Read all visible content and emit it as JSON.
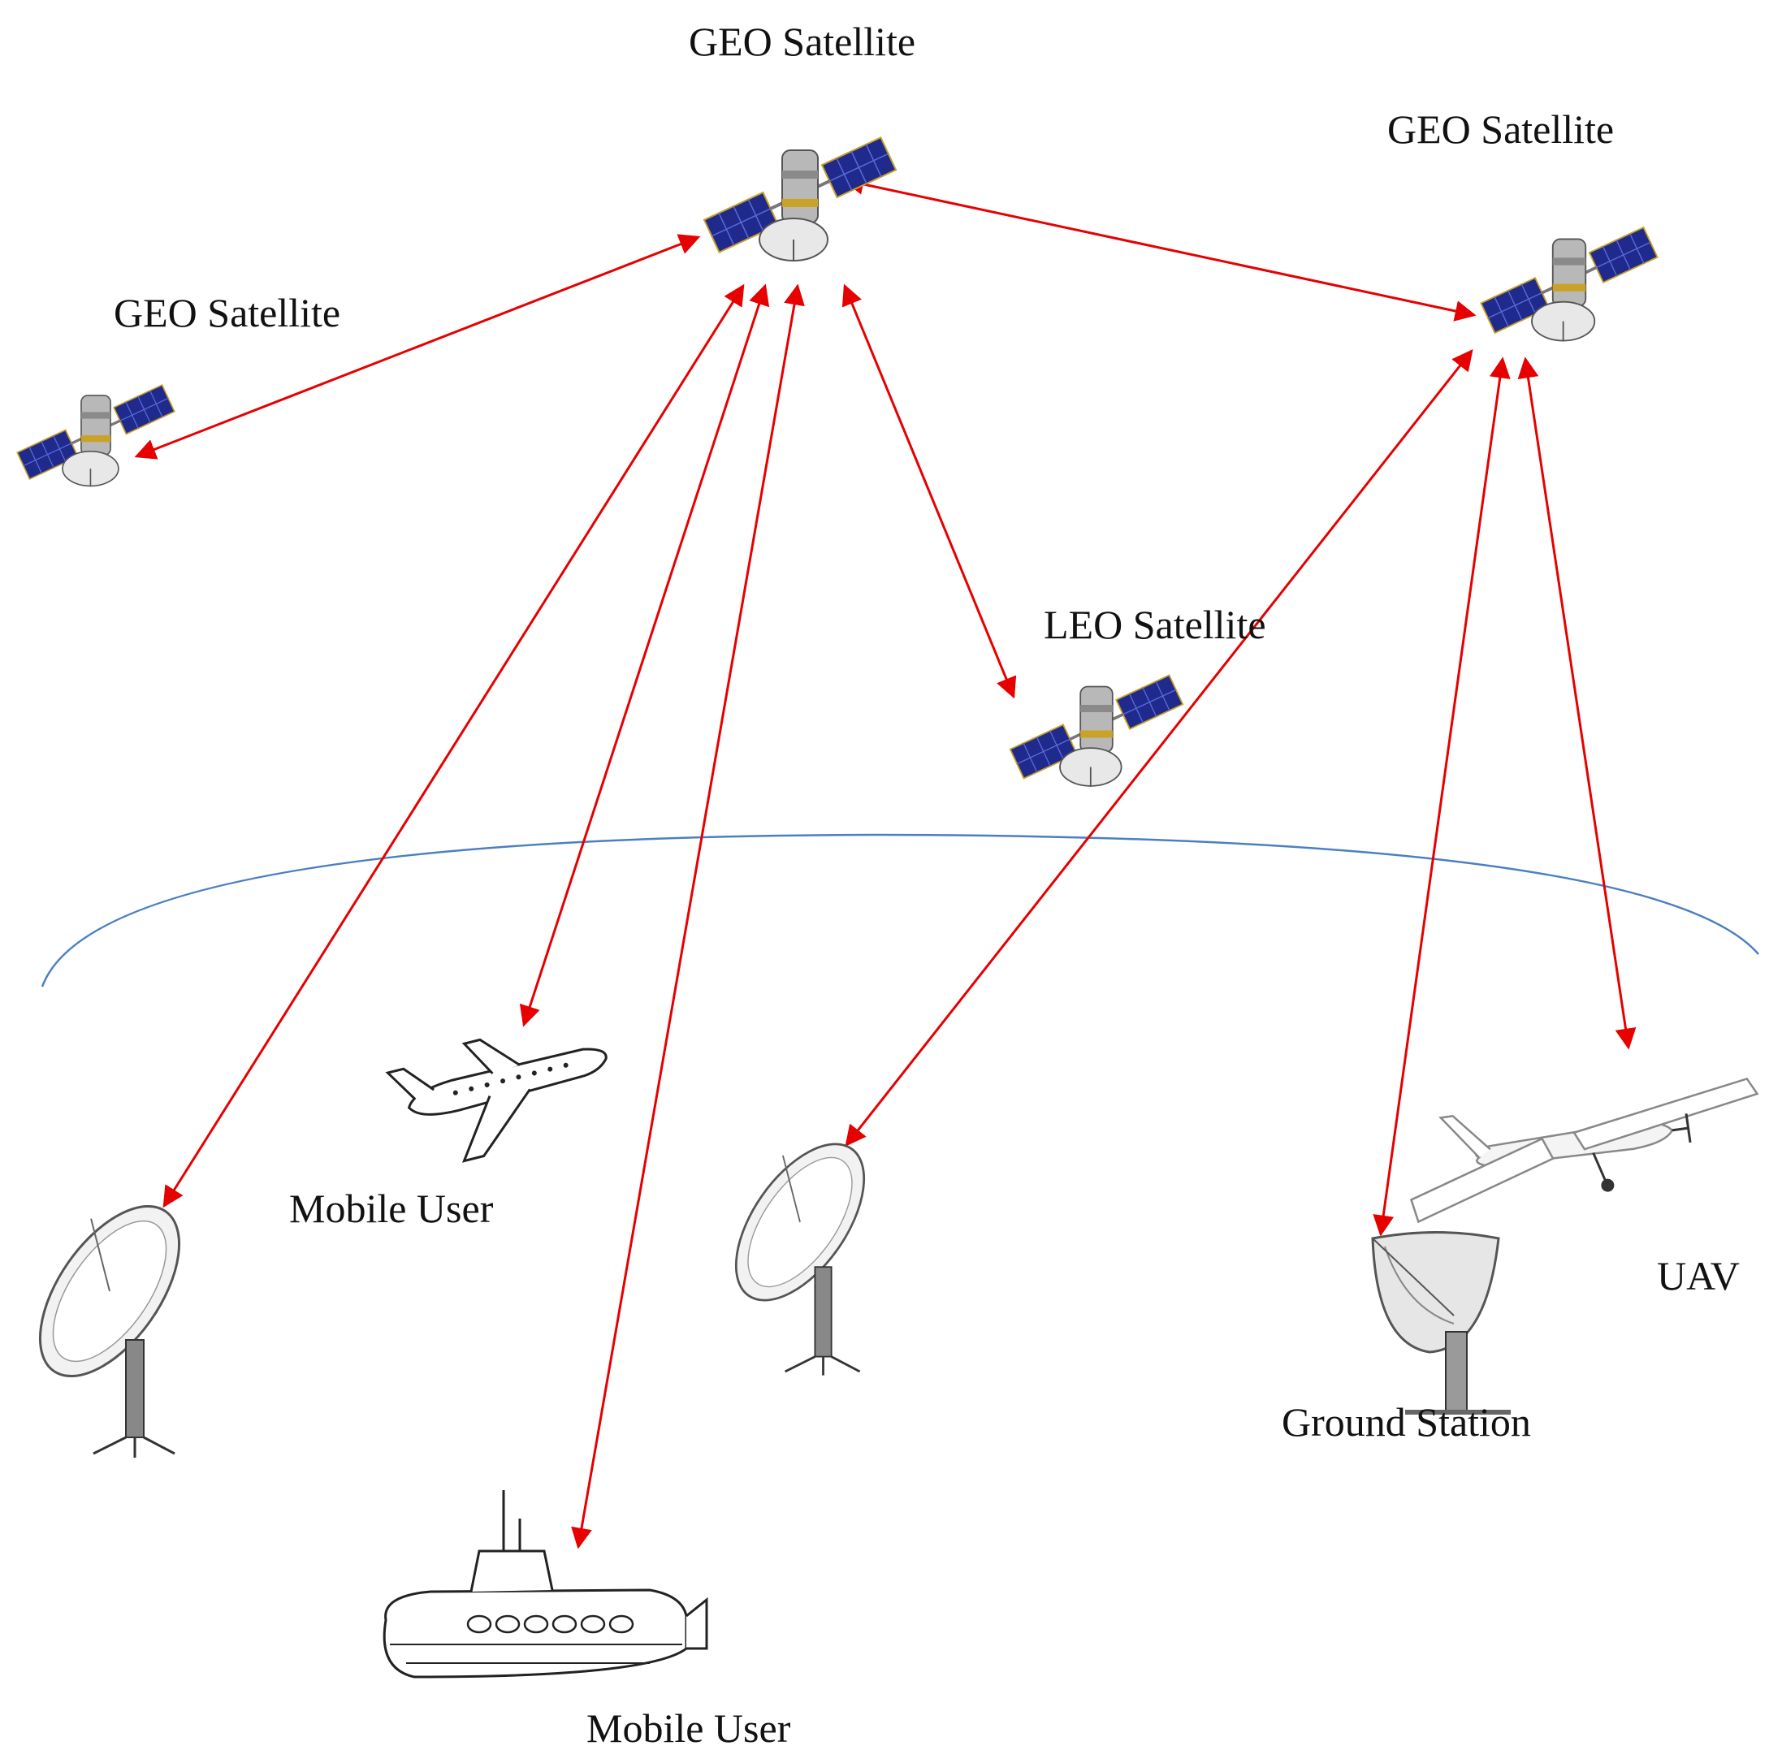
{
  "labels": {
    "geo_top": "GEO Satellite",
    "geo_right": "GEO Satellite",
    "geo_left": "GEO Satellite",
    "leo": "LEO Satellite",
    "mobile_user_plane": "Mobile User",
    "mobile_user_submarine": "Mobile User",
    "ground_station": "Ground Station",
    "uav": "UAV"
  },
  "colors": {
    "link": "#e60000",
    "horizon": "#4a7fc1",
    "solar_panel": "#1f2a8c",
    "satellite_body": "#b8b8b8",
    "dish": "#e6e6e6"
  },
  "icons": {
    "satellite": "satellite-icon",
    "dish_antenna": "dish-antenna-icon",
    "airplane": "airplane-icon",
    "submarine": "submarine-icon",
    "uav": "uav-icon",
    "ground_station": "ground-station-icon"
  },
  "links": [
    {
      "from": "geo-top",
      "to": "geo-left",
      "bidirectional": true
    },
    {
      "from": "geo-top",
      "to": "geo-right",
      "bidirectional": true
    },
    {
      "from": "geo-top",
      "to": "leo",
      "bidirectional": true
    },
    {
      "from": "geo-top",
      "to": "dish-left",
      "bidirectional": true
    },
    {
      "from": "geo-top",
      "to": "mobile-user-plane",
      "bidirectional": true
    },
    {
      "from": "geo-top",
      "to": "mobile-user-submarine",
      "bidirectional": true
    },
    {
      "from": "geo-right",
      "to": "dish-center",
      "bidirectional": true
    },
    {
      "from": "geo-right",
      "to": "ground-station",
      "bidirectional": true
    },
    {
      "from": "geo-right",
      "to": "uav",
      "bidirectional": true
    }
  ]
}
